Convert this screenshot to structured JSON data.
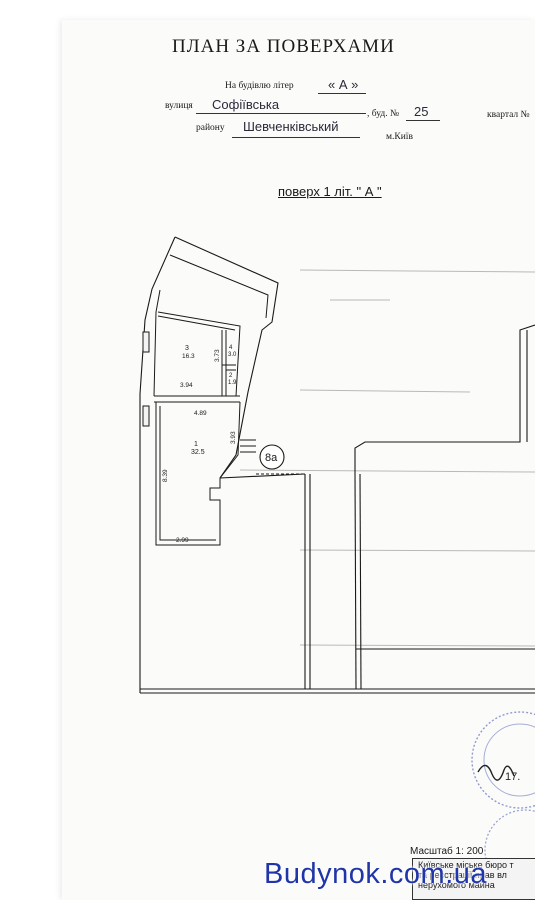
{
  "header": {
    "title": "ПЛАН ЗА ПОВЕРХАМИ",
    "building_letter_label": "На будівлю літер",
    "building_letter_value": "« А »",
    "street_label": "вулиця",
    "street_value": "Софіївська",
    "house_label": ", буд. №",
    "house_value": "25",
    "apartment_label": "квартал №",
    "district_label": "району",
    "district_value": "Шевченківський",
    "city": "м.Київ"
  },
  "floor_title": "поверх 1 літ. \" А \"",
  "rooms": [
    {
      "number": "3",
      "area": "16.3"
    },
    {
      "number": "4",
      "area": "3.0"
    },
    {
      "number": "2",
      "area": "1.9"
    },
    {
      "number": "1",
      "area": "32.5"
    }
  ],
  "dimensions": {
    "room3_height": "3.73",
    "room3_width": "3.94",
    "room1_width": "4.89",
    "room1_side": "3.93",
    "room1_length": "8.39",
    "room1_bottom": "2.99"
  },
  "entrance_label": "8а",
  "scale": "Масштаб 1: 200",
  "bureau_lines": [
    "Київське міське бюро т",
    "та реєстрації прав вл",
    "нерухомого майна"
  ],
  "stamp_text": "17.",
  "watermark": "Budynok.com.ua",
  "colors": {
    "ink": "#1a1a1a",
    "pencil": "#8e8e8e",
    "stamp": "#3b4fa8",
    "watermark": "#1f35a8"
  }
}
